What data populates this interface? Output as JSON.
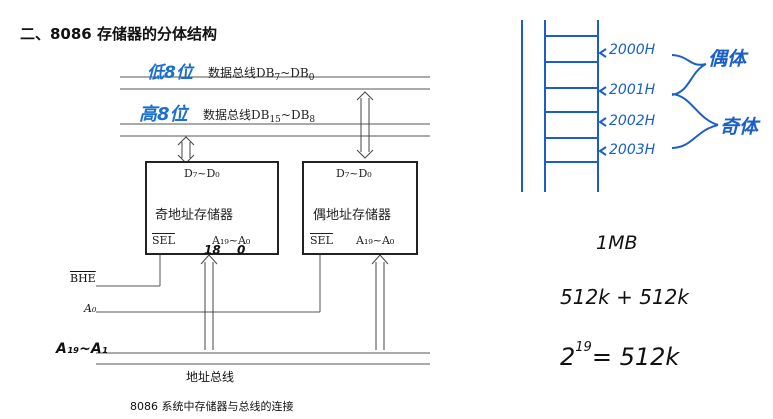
{
  "heading": "二、8086 存储器的分体结构",
  "bus": {
    "low_label": "数据总线DB",
    "low_sub1": "7",
    "low_tilde": "~DB",
    "low_sub2": "0",
    "high_label": "数据总线DB",
    "high_sub1": "15",
    "high_tilde": "~DB",
    "high_sub2": "8",
    "addr_label": "地址总线"
  },
  "boxes": {
    "odd": {
      "data_range": "D₇~D₀",
      "name_char": "奇",
      "name_rest": "地址存储器",
      "sel": "SEL",
      "addr": "A₁₉~A₀"
    },
    "even": {
      "data_range": "D₇~D₀",
      "name_char": "偶",
      "name_rest": "地址存储器",
      "sel": "SEL",
      "addr": "A₁₉~A₀"
    }
  },
  "signals": {
    "bhe": "BHE",
    "a0": "A₀"
  },
  "caption": "8086 系统中存储器与总线的连接",
  "annotations": {
    "low8": "低8位",
    "high8": "高8位",
    "sub7": "7",
    "sub0": "0",
    "sub15": "15",
    "sub8": "8",
    "a_range": "A₁₉~A₁",
    "b_mark": "18",
    "b_mark2": "0",
    "memory_addrs": [
      "2000H",
      "2001H",
      "2002H",
      "2003H"
    ],
    "even_bank": "偶体",
    "odd_bank": "奇体",
    "capacity": "1MB",
    "split": "512k  + 512k",
    "power_base": "2",
    "power_exp": "19",
    "power_rest": "= 512k"
  }
}
